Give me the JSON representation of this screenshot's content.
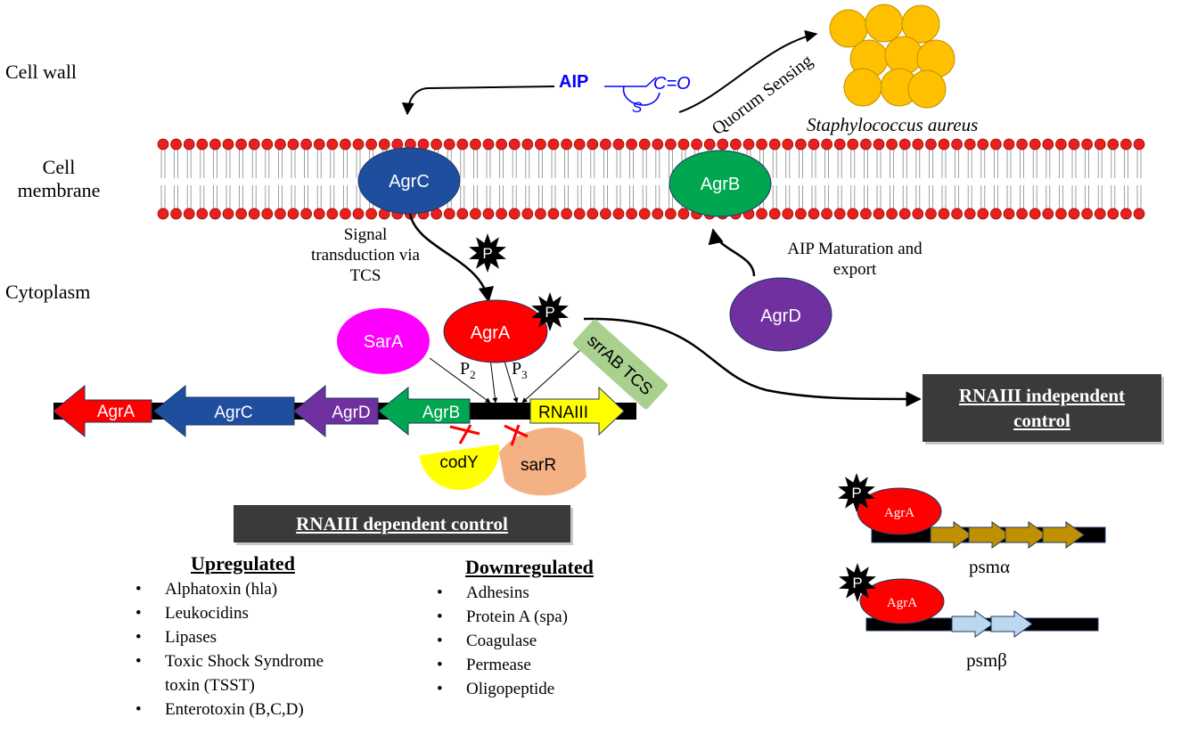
{
  "regions": {
    "cell_wall": "Cell wall",
    "cell_membrane": "Cell\nmembrane",
    "cytoplasm": "Cytoplasm"
  },
  "aip": {
    "label": "AIP",
    "carbonyl": "C=O",
    "sulfur": "S"
  },
  "quorum_sensing": "Quorum Sensing",
  "bacteria_label": "Staphylococcus aureus",
  "proteins": {
    "agrc": "AgrC",
    "agrb": "AgrB",
    "agrd": "AgrD",
    "agra": "AgrA",
    "sara": "SarA",
    "srrab": "srrAB TCS",
    "cody": "codY",
    "sarr": "sarR"
  },
  "phospho": "P",
  "promoters": {
    "p2": {
      "letter": "P",
      "sub": "2"
    },
    "p3": {
      "letter": "P",
      "sub": "3"
    }
  },
  "operon": {
    "genes": [
      "AgrA",
      "AgrC",
      "AgrD",
      "AgrB"
    ],
    "rnaiii": "RNAIII"
  },
  "annotations": {
    "signal_transduction": "Signal\ntransduction via\nTCS",
    "aip_maturation": "AIP Maturation and\nexport"
  },
  "rnaiii_independent": "RNAIII independent\ncontrol",
  "rnaiii_dependent": "RNAIII dependent control",
  "upregulated": {
    "title": "Upregulated",
    "items": [
      "Alphatoxin (hla)",
      "Leukocidins",
      "Lipases",
      "Toxic Shock Syndrome\ntoxin (TSST)",
      "Enterotoxin (B,C,D)"
    ]
  },
  "downregulated": {
    "title": "Downregulated",
    "items": [
      "Adhesins",
      "Protein A (spa)",
      "Coagulase",
      "Permease",
      "Oligopeptide"
    ]
  },
  "psm": {
    "alpha": "psmα",
    "beta": "psmβ",
    "agra": "AgrA"
  },
  "colors": {
    "lipid_head": "#e8211e",
    "agrc": "#1f4e9f",
    "agrb": "#00a650",
    "agrd": "#7030a0",
    "agra": "#ff0000",
    "sara": "#ff00ff",
    "srrab": "#a9d08e",
    "cody": "#ffff00",
    "sarr": "#f4b183",
    "rnaiii": "#ffff00",
    "bacteria": "#ffc000",
    "psm_alpha": "#bf9000",
    "psm_beta": "#bdd7ee",
    "aip": "#0000ff",
    "inhibit": "#ff0000"
  }
}
